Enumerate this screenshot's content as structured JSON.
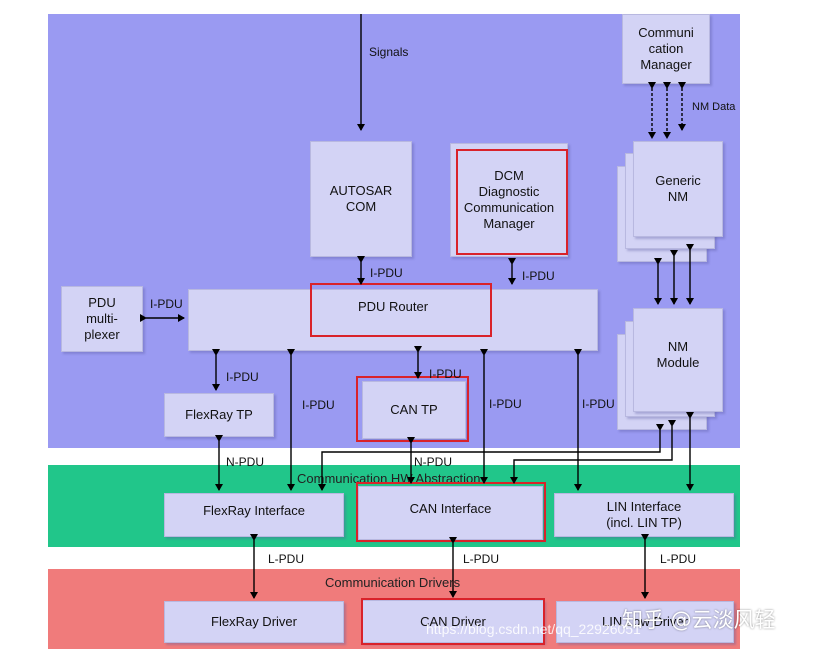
{
  "labels": {
    "signals": "Signals",
    "nm_data": "NM Data",
    "ipdu": "I-PDU",
    "npdu": "N-PDU",
    "lpdu": "L-PDU"
  },
  "sections": {
    "hw_abstraction": "Communication HW Abstraction",
    "drivers": "Communication Drivers"
  },
  "boxes": {
    "com_manager": "Communi\ncation\nManager",
    "autosar_com": "AUTOSAR\nCOM",
    "dcm": "DCM\nDiagnostic\nCommunication\nManager",
    "generic_nm": "Generic\nNM",
    "pdu_mux": "PDU\nmulti-\nplexer",
    "pdu_router": "PDU Router",
    "nm_module": "NM\nModule",
    "flexray_tp": "FlexRay TP",
    "can_tp": "CAN TP",
    "flexray_if": "FlexRay Interface",
    "can_if": "CAN Interface",
    "lin_if": "LIN Interface\n(incl. LIN TP)",
    "flexray_drv": "FlexRay Driver",
    "can_drv": "CAN Driver",
    "lin_drv": "LIN Low Driver"
  },
  "watermark": {
    "brand": "知乎 @云淡风轻",
    "url": "https://blog.csdn.net/qq_22926051"
  },
  "colors": {
    "upper_layer": "#9a9af2",
    "hw_abstraction": "#21c68a",
    "drivers": "#f07b7b",
    "box": "#d3d3f5",
    "highlight": "#d9222a"
  }
}
